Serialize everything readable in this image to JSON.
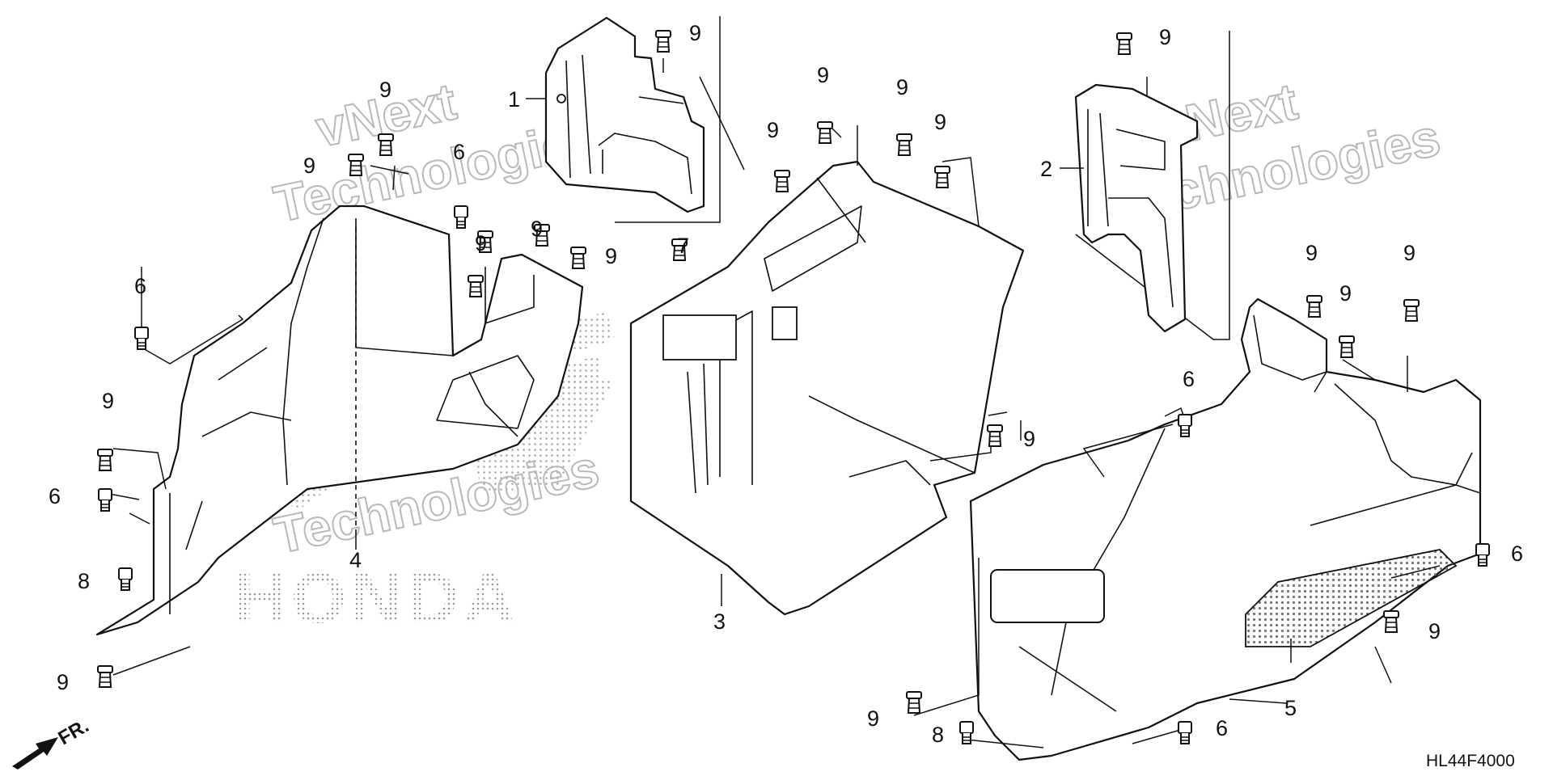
{
  "diagram": {
    "code": "HL44F4000",
    "direction_label": "FR.",
    "brand_text": "HONDA",
    "watermark": {
      "line1": "vNext",
      "line2": "Technologies"
    },
    "callouts": [
      {
        "id": "c1",
        "text": "1"
      },
      {
        "id": "c2",
        "text": "2"
      },
      {
        "id": "c3",
        "text": "3"
      },
      {
        "id": "c4",
        "text": "4"
      },
      {
        "id": "c5",
        "text": "5"
      },
      {
        "id": "c6a",
        "text": "6"
      },
      {
        "id": "c6b",
        "text": "6"
      },
      {
        "id": "c6c",
        "text": "6"
      },
      {
        "id": "c6d",
        "text": "6"
      },
      {
        "id": "c6e",
        "text": "6"
      },
      {
        "id": "c6f",
        "text": "6"
      },
      {
        "id": "c7",
        "text": "7"
      },
      {
        "id": "c8a",
        "text": "8"
      },
      {
        "id": "c8b",
        "text": "8"
      },
      {
        "id": "c9a",
        "text": "9"
      },
      {
        "id": "c9b",
        "text": "9"
      },
      {
        "id": "c9c",
        "text": "9"
      },
      {
        "id": "c9d",
        "text": "9"
      },
      {
        "id": "c9e",
        "text": "9"
      },
      {
        "id": "c9f",
        "text": "9"
      },
      {
        "id": "c9g",
        "text": "9"
      },
      {
        "id": "c9h",
        "text": "9"
      },
      {
        "id": "c9i",
        "text": "9"
      },
      {
        "id": "c9j",
        "text": "9"
      },
      {
        "id": "c9k",
        "text": "9"
      },
      {
        "id": "c9l",
        "text": "9"
      },
      {
        "id": "c9m",
        "text": "9"
      },
      {
        "id": "c9n",
        "text": "9"
      },
      {
        "id": "c9o",
        "text": "9"
      },
      {
        "id": "c9p",
        "text": "9"
      },
      {
        "id": "c9q",
        "text": "9"
      },
      {
        "id": "c9r",
        "text": "9"
      },
      {
        "id": "c9s",
        "text": "9"
      }
    ]
  }
}
